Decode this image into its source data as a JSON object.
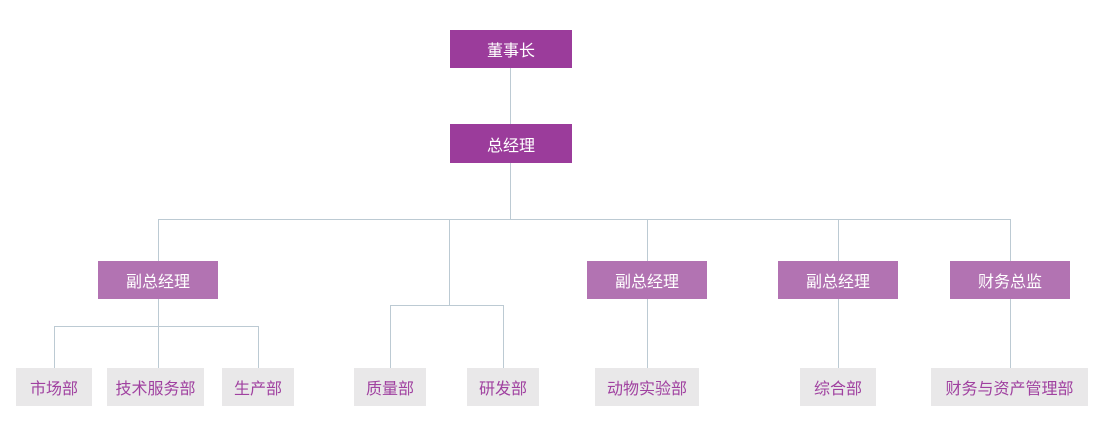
{
  "org": {
    "colors": {
      "executive_bg": "#9B3C9B",
      "manager_bg": "#B273B2",
      "department_bg": "#E9E8E9",
      "department_text": "#A041A0",
      "node_text": "#FFFFFF",
      "connector": "#BCCAD3"
    },
    "nodes": {
      "chairman": {
        "label": "董事长",
        "level": 1
      },
      "general_manager": {
        "label": "总经理",
        "level": 2
      },
      "deputy_gm_1": {
        "label": "副总经理",
        "level": 3
      },
      "deputy_gm_2": {
        "label": "副总经理",
        "level": 3
      },
      "deputy_gm_3": {
        "label": "副总经理",
        "level": 3
      },
      "finance_director": {
        "label": "财务总监",
        "level": 3
      },
      "dept_marketing": {
        "label": "市场部",
        "level": 4
      },
      "dept_tech_service": {
        "label": "技术服务部",
        "level": 4
      },
      "dept_production": {
        "label": "生产部",
        "level": 4
      },
      "dept_quality": {
        "label": "质量部",
        "level": 4
      },
      "dept_rnd": {
        "label": "研发部",
        "level": 4
      },
      "dept_animal_lab": {
        "label": "动物实验部",
        "level": 4
      },
      "dept_general": {
        "label": "综合部",
        "level": 4
      },
      "dept_finance_assets": {
        "label": "财务与资产管理部",
        "level": 4
      }
    },
    "edges": [
      [
        "chairman",
        "general_manager"
      ],
      [
        "general_manager",
        "deputy_gm_1"
      ],
      [
        "general_manager",
        "dept_quality"
      ],
      [
        "general_manager",
        "dept_rnd"
      ],
      [
        "general_manager",
        "deputy_gm_2"
      ],
      [
        "general_manager",
        "deputy_gm_3"
      ],
      [
        "general_manager",
        "finance_director"
      ],
      [
        "deputy_gm_1",
        "dept_marketing"
      ],
      [
        "deputy_gm_1",
        "dept_tech_service"
      ],
      [
        "deputy_gm_1",
        "dept_production"
      ],
      [
        "deputy_gm_2",
        "dept_animal_lab"
      ],
      [
        "deputy_gm_3",
        "dept_general"
      ],
      [
        "finance_director",
        "dept_finance_assets"
      ]
    ]
  }
}
